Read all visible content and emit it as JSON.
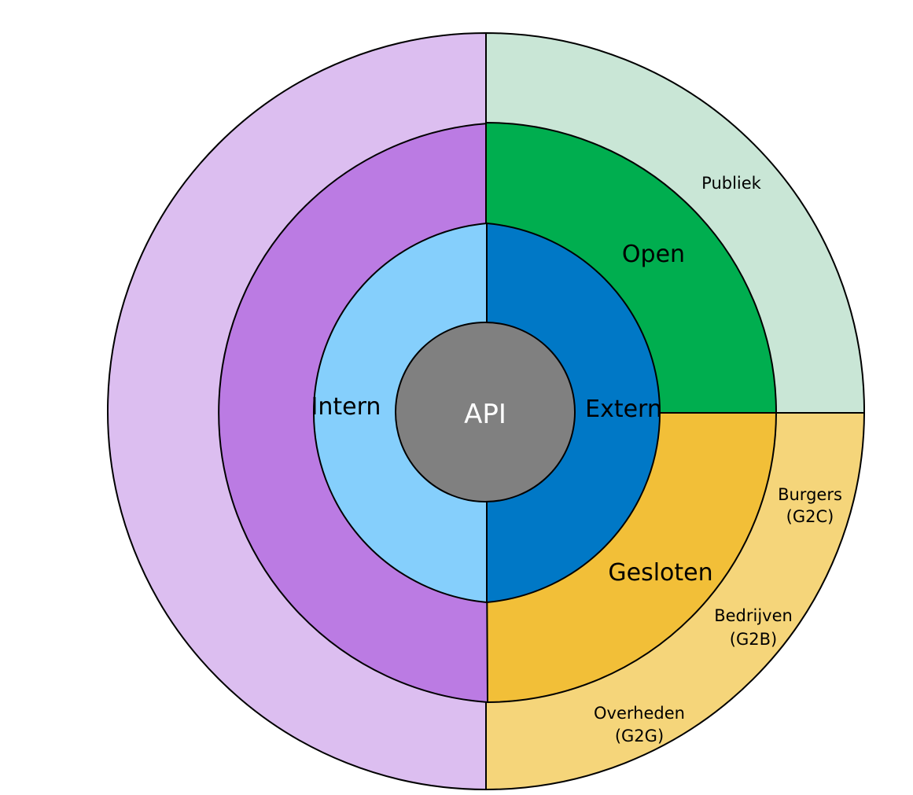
{
  "labels": {
    "center": "API",
    "intern": "Intern",
    "extern": "Extern",
    "open": "Open",
    "gesloten": "Gesloten",
    "publiek": "Publiek",
    "burgers": "Burgers",
    "burgers_code": "(G2C)",
    "bedrijven": "Bedrijven",
    "bedrijven_code": "(G2B)",
    "overheden": "Overheden",
    "overheden_code": "(G2G)"
  },
  "colors": {
    "outer_left": "#dcbef0",
    "outer_top_right": "#c9e6d6",
    "outer_bottom_right": "#f5d57a",
    "middle_left": "#bb7be3",
    "middle_top_right": "#00ae4f",
    "middle_bottom_right": "#f2bf38",
    "inner_left": "#85cffc",
    "inner_right": "#0078c6",
    "center": "#808080",
    "center_text": "#ffffff"
  }
}
